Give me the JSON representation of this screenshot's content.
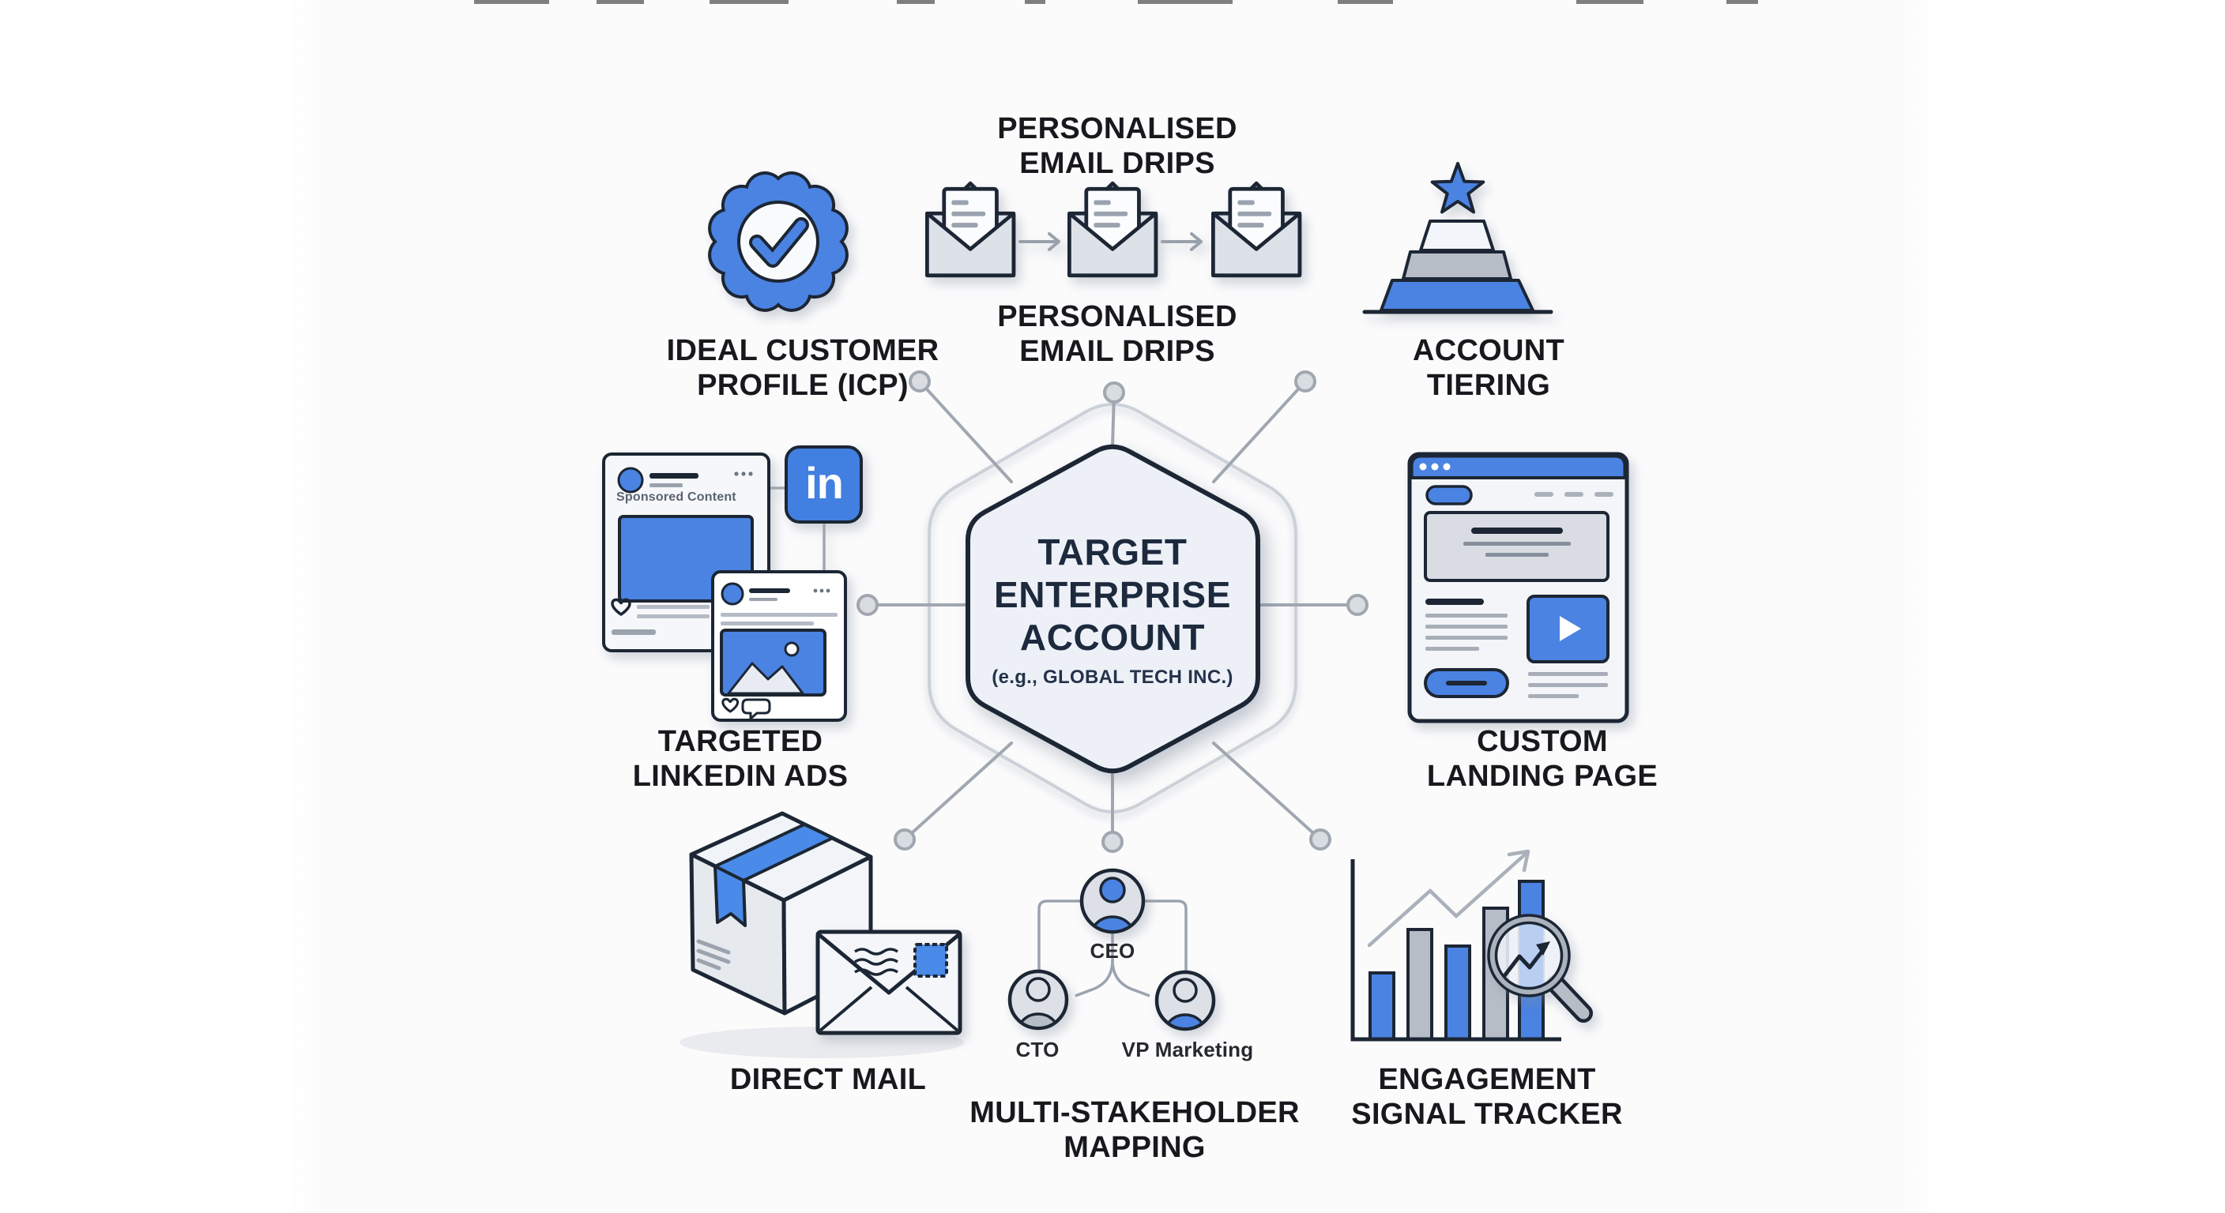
{
  "figure": {
    "title_top_artifact": "top-edge-crop-marks",
    "center": {
      "title_lines": [
        "TARGET",
        "ENTERPRISE",
        "ACCOUNT"
      ],
      "subtitle": "(e.g., GLOBAL TECH INC.)"
    },
    "sections": {
      "icp": {
        "label_lines": [
          "IDEAL CUSTOMER",
          "PROFILE (ICP)"
        ],
        "icon": "verified-badge-icon"
      },
      "email_drips": {
        "title_lines": [
          "PERSONALISED",
          "EMAIL DRIPS"
        ],
        "caption_lines": [
          "PERSONALISED",
          "EMAIL DRIPS"
        ],
        "icon": "email-sequence-icon",
        "envelope_count": 3
      },
      "account_tiering": {
        "label_lines": [
          "ACCOUNT",
          "TIERING"
        ],
        "icon": "tier-pyramid-star-icon"
      },
      "linkedin_ads": {
        "label_lines": [
          "TARGETED",
          "LINKEDIN ADS"
        ],
        "sponsored_text": "Sponsored Content",
        "logo_text": "in",
        "icon": "linkedin-posts-icon"
      },
      "landing_page": {
        "label_lines": [
          "CUSTOM",
          "LANDING PAGE"
        ],
        "icon": "browser-window-icon"
      },
      "direct_mail": {
        "label_lines": [
          "DIRECT MAIL"
        ],
        "icon": "package-envelope-icon"
      },
      "stakeholders": {
        "label_lines": [
          "MULTI-STAKEHOLDER",
          "MAPPING"
        ],
        "roles": {
          "top": "CEO",
          "left": "CTO",
          "right": "VP Marketing"
        },
        "icon": "org-chart-icon"
      },
      "engagement": {
        "label_lines": [
          "ENGAGEMENT",
          "SIGNAL TRACKER"
        ],
        "icon": "bar-chart-magnifier-icon"
      }
    },
    "palette": {
      "blue": "#4a83e2",
      "tape_blue": "#4a8ae8",
      "outline_navy": "#1c2634",
      "gray_fill": "#b6bdc7",
      "light_gray": "#e6eaef",
      "panel": "#f3f5f8",
      "connector_gray": "#a0a7b0",
      "hex_fill": "#edf1f7",
      "label_black": "#17191d",
      "navy_text": "#1d2a3e"
    }
  }
}
